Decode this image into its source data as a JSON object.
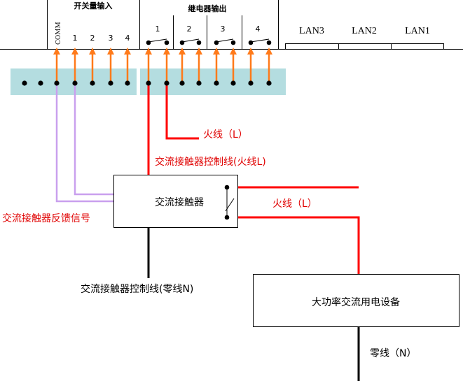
{
  "header": {
    "switch_input_label": "开关量输入",
    "relay_output_label": "继电器输出",
    "comm_label": "COMM",
    "input_numbers": [
      "1",
      "2",
      "3",
      "4"
    ],
    "relay_numbers": [
      "1",
      "2",
      "3",
      "4"
    ],
    "lan_ports": [
      "LAN3",
      "LAN2",
      "LAN1"
    ]
  },
  "labels": {
    "live_wire_1": "火线（L）",
    "contactor_control_live": "交流接触器控制线(火线L)",
    "contactor_name": "交流接触器",
    "contactor_feedback": "交流接触器反馈信号",
    "contactor_control_neutral": "交流接触器控制线(零线N)",
    "live_wire_2": "火线（L）",
    "equipment_name": "大功率交流用电设备",
    "neutral_wire": "零线（N）"
  },
  "colors": {
    "arrow": "#ff7a1a",
    "terminal_strip": "#b4dde0",
    "live_wire": "#ff0000",
    "feedback_wire": "#c9a0ee",
    "neutral_wire": "#000000",
    "label_red": "#e00000"
  }
}
